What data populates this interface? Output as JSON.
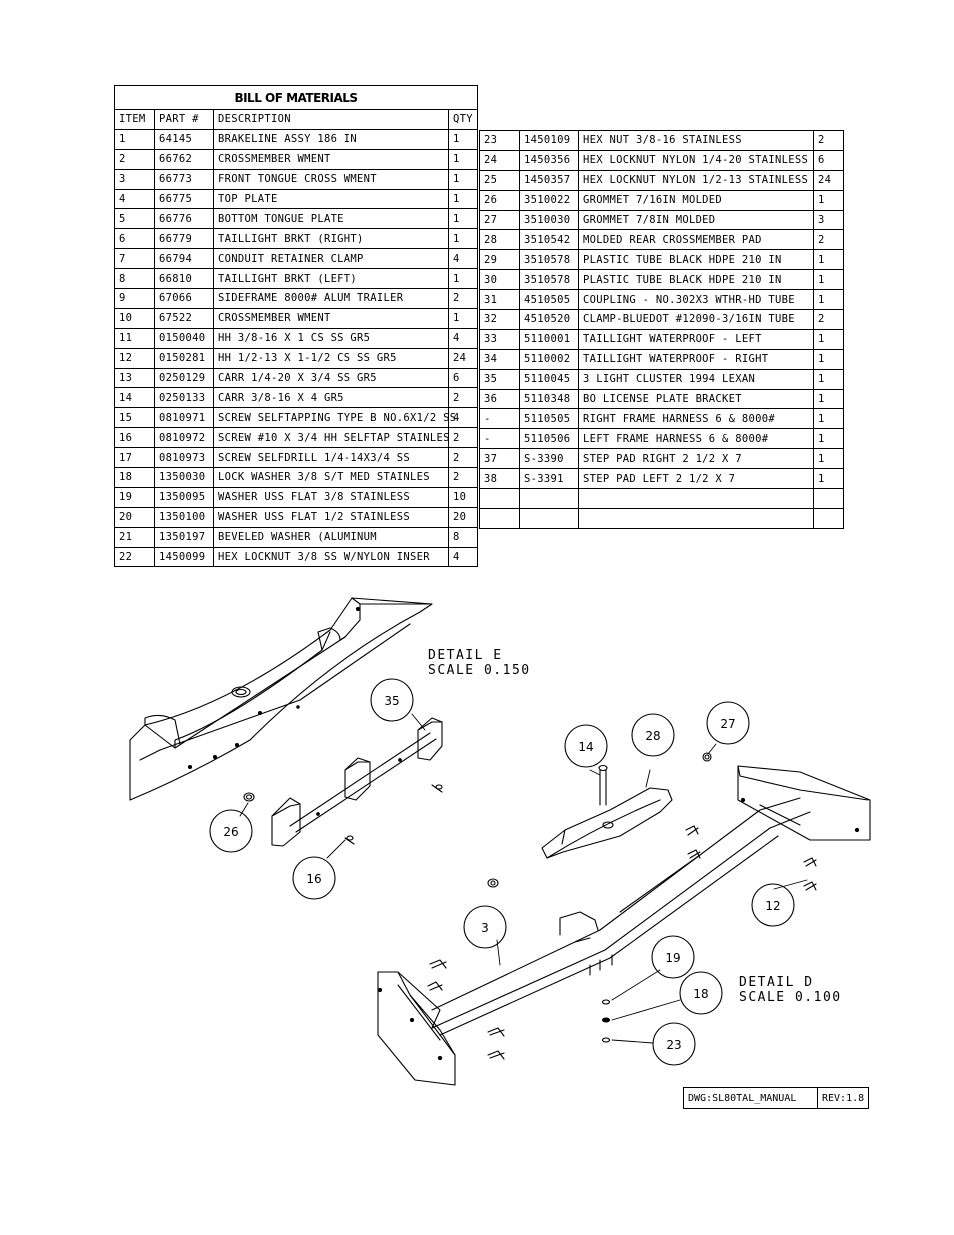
{
  "bom_title": "BILL OF MATERIALS",
  "headers": {
    "item": "ITEM",
    "part": "PART #",
    "description": "DESCRIPTION",
    "qty": "QTY"
  },
  "left_rows": [
    [
      "1",
      "64145",
      "BRAKELINE ASSY 186 IN",
      "1"
    ],
    [
      "2",
      "66762",
      "CROSSMEMBER WMENT",
      "1"
    ],
    [
      "3",
      "66773",
      "FRONT TONGUE CROSS WMENT",
      "1"
    ],
    [
      "4",
      "66775",
      "TOP PLATE",
      "1"
    ],
    [
      "5",
      "66776",
      "BOTTOM TONGUE PLATE",
      "1"
    ],
    [
      "6",
      "66779",
      "TAILLIGHT BRKT (RIGHT)",
      "1"
    ],
    [
      "7",
      "66794",
      "CONDUIT RETAINER CLAMP",
      "4"
    ],
    [
      "8",
      "66810",
      "TAILLIGHT BRKT (LEFT)",
      "1"
    ],
    [
      "9",
      "67066",
      "SIDEFRAME 8000# ALUM TRAILER",
      "2"
    ],
    [
      "10",
      "67522",
      "CROSSMEMBER WMENT",
      "1"
    ],
    [
      "11",
      "0150040",
      "HH 3/8-16 X 1 CS SS GR5",
      "4"
    ],
    [
      "12",
      "0150281",
      "HH 1/2-13 X 1-1/2 CS SS GR5",
      "24"
    ],
    [
      "13",
      "0250129",
      "CARR 1/4-20 X 3/4 SS GR5",
      "6"
    ],
    [
      "14",
      "0250133",
      "CARR 3/8-16 X 4 GR5",
      "2"
    ],
    [
      "15",
      "0810971",
      "SCREW SELFTAPPING TYPE B NO.6X1/2 SS",
      "4"
    ],
    [
      "16",
      "0810972",
      "SCREW #10 X 3/4 HH SELFTAP STAINLES",
      "2"
    ],
    [
      "17",
      "0810973",
      "SCREW SELFDRILL  1/4-14X3/4 SS",
      "2"
    ],
    [
      "18",
      "1350030",
      "LOCK WASHER 3/8 S/T MED STAINLES",
      "2"
    ],
    [
      "19",
      "1350095",
      "WASHER USS FLAT 3/8 STAINLESS",
      "10"
    ],
    [
      "20",
      "1350100",
      "WASHER USS FLAT 1/2 STAINLESS",
      "20"
    ],
    [
      "21",
      "1350197",
      "BEVELED WASHER (ALUMINUM",
      "8"
    ],
    [
      "22",
      "1450099",
      "HEX LOCKNUT 3/8 SS W/NYLON INSER",
      "4"
    ]
  ],
  "right_rows": [
    [
      "23",
      "1450109",
      "HEX NUT 3/8-16 STAINLESS",
      "2"
    ],
    [
      "24",
      "1450356",
      "HEX LOCKNUT NYLON 1/4-20 STAINLESS",
      "6"
    ],
    [
      "25",
      "1450357",
      "HEX LOCKNUT NYLON 1/2-13 STAINLESS",
      "24"
    ],
    [
      "26",
      "3510022",
      "GROMMET  7/16IN MOLDED",
      "1"
    ],
    [
      "27",
      "3510030",
      "GROMMET  7/8IN MOLDED",
      "3"
    ],
    [
      "28",
      "3510542",
      "MOLDED REAR CROSSMEMBER PAD",
      "2"
    ],
    [
      "29",
      "3510578",
      "PLASTIC TUBE BLACK HDPE 210 IN",
      "1"
    ],
    [
      "30",
      "3510578",
      "PLASTIC TUBE BLACK HDPE 210 IN",
      "1"
    ],
    [
      "31",
      "4510505",
      "COUPLING - NO.302X3 WTHR-HD TUBE",
      "1"
    ],
    [
      "32",
      "4510520",
      "CLAMP-BLUEDOT #12090-3/16IN TUBE",
      "2"
    ],
    [
      "33",
      "5110001",
      "TAILLIGHT WATERPROOF - LEFT",
      "1"
    ],
    [
      "34",
      "5110002",
      "TAILLIGHT WATERPROOF - RIGHT",
      "1"
    ],
    [
      "35",
      "5110045",
      "3 LIGHT CLUSTER  1994  LEXAN",
      "1"
    ],
    [
      "36",
      "5110348",
      "BO LICENSE PLATE BRACKET",
      "1"
    ],
    [
      "-",
      "5110505",
      "RIGHT FRAME HARNESS 6 & 8000#",
      "1"
    ],
    [
      "-",
      "5110506",
      "LEFT FRAME HARNESS 6 & 8000#",
      "1"
    ],
    [
      "37",
      "S-3390",
      "STEP PAD  RIGHT  2 1/2 X  7",
      "1"
    ],
    [
      "38",
      "S-3391",
      "STEP PAD  LEFT  2 1/2 X  7",
      "1"
    ],
    [
      "",
      "",
      "",
      ""
    ],
    [
      "",
      "",
      "",
      ""
    ]
  ],
  "detail_e": {
    "title": "DETAIL  E",
    "scale": "SCALE  0.150"
  },
  "detail_d": {
    "title": "DETAIL  D",
    "scale": "SCALE  0.100"
  },
  "balloons": {
    "b35": "35",
    "b26": "26",
    "b16": "16",
    "b14": "14",
    "b28": "28",
    "b27": "27",
    "b12": "12",
    "b3": "3",
    "b19": "19",
    "b18": "18",
    "b23": "23"
  },
  "title_block": {
    "drawing": "DWG:SL80TAL_MANUAL",
    "revision": "REV:1.8"
  }
}
